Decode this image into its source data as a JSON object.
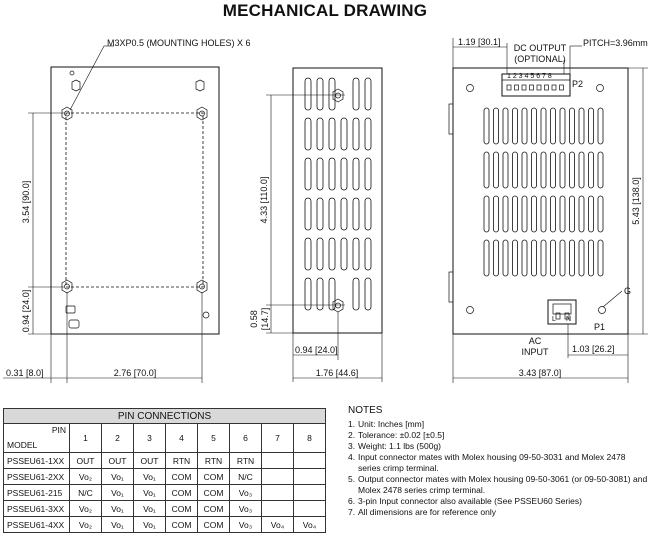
{
  "title": "MECHANICAL DRAWING",
  "labels": {
    "mounting_holes": "M3XP0.5 (MOUNTING HOLES) X 6",
    "dc_output": "DC OUTPUT",
    "optional": "(OPTIONAL)",
    "pitch": "PITCH=3.96mm",
    "p2": "P2",
    "p1": "P1",
    "g": "G",
    "l": "L",
    "n": "N",
    "ac": "AC",
    "input": "INPUT",
    "pin_numbers": "1 2 3 4 5 6 7 8"
  },
  "dimensions": {
    "d_354": "3.54 [90.0]",
    "d_094": "0.94 [24.0]",
    "d_031": "0.31 [8.0]",
    "d_276": "2.76 [70.0]",
    "d_433": "4.33 [110.0]",
    "d_058": "0.58",
    "d_058b": "[14.7]",
    "d_094b": "0.94 [24.0]",
    "d_176": "1.76 [44.6]",
    "d_119": "1.19 [30.1]",
    "d_543": "5.43 [138.0]",
    "d_103": "1.03 [26.2]",
    "d_343": "3.43 [87.0]"
  },
  "pin_table": {
    "title": "PIN CONNECTIONS",
    "pin_label": "PIN",
    "model_label": "MODEL",
    "pins": [
      "1",
      "2",
      "3",
      "4",
      "5",
      "6",
      "7",
      "8"
    ],
    "rows": [
      {
        "model": "PSSEU61-1XX",
        "cells": [
          "OUT",
          "OUT",
          "OUT",
          "RTN",
          "RTN",
          "RTN",
          "",
          ""
        ]
      },
      {
        "model": "PSSEU61-2XX",
        "cells": [
          "Vo₂",
          "Vo₁",
          "Vo₁",
          "COM",
          "COM",
          "N/C",
          "",
          ""
        ]
      },
      {
        "model": "PSSEU61-215",
        "cells": [
          "N/C",
          "Vo₁",
          "Vo₁",
          "COM",
          "COM",
          "Vo₃",
          "",
          ""
        ]
      },
      {
        "model": "PSSEU61-3XX",
        "cells": [
          "Vo₂",
          "Vo₁",
          "Vo₁",
          "COM",
          "COM",
          "Vo₃",
          "",
          ""
        ]
      },
      {
        "model": "PSSEU61-4XX",
        "cells": [
          "Vo₂",
          "Vo₁",
          "Vo₁",
          "COM",
          "COM",
          "Vo₃",
          "Vo₄",
          "Vo₄"
        ]
      }
    ]
  },
  "notes": {
    "title": "NOTES",
    "items": [
      {
        "num": "1.",
        "text": "Unit: Inches [mm]"
      },
      {
        "num": "2.",
        "text": "Tolerance: ±0.02 [±0.5]"
      },
      {
        "num": "3.",
        "text": "Weight: 1.1 lbs (500g)"
      },
      {
        "num": "4.",
        "text": "Input connector mates with Molex housing 09-50-3031 and Molex 2478 series crimp terminal."
      },
      {
        "num": "5.",
        "text": "Output connector mates with Molex housing 09-50-3061 (or 09-50-3081) and Molex 2478 series crimp terminal."
      },
      {
        "num": "6.",
        "text": "3-pin Input connector also available (See PSSEU60 Series)"
      },
      {
        "num": "7.",
        "text": "All dimensions are for reference only"
      }
    ]
  }
}
